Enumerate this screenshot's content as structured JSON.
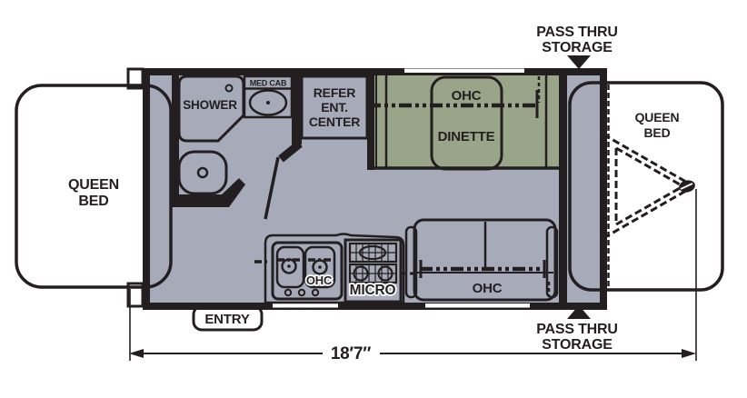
{
  "colors": {
    "bed_green": "#9aa489",
    "floor_gray": "#a7aab8",
    "outline_black": "#231f20",
    "fixture_white": "#ffffff"
  },
  "labels": {
    "bed_left": [
      "QUEEN",
      "BED"
    ],
    "bed_right": [
      "QUEEN",
      "BED"
    ],
    "shower": "SHOWER",
    "med_cab": "MED CAB",
    "entertainment_center": [
      "REFER",
      "ENT.",
      "CENTER"
    ],
    "dinette_ohc": "OHC",
    "dinette": "DINETTE",
    "pass_thru_top": [
      "PASS THRU",
      "STORAGE"
    ],
    "pass_thru_bottom": [
      "PASS THRU",
      "STORAGE"
    ],
    "entry": "ENTRY",
    "sink_ohc": "OHC",
    "micro": "MICRO",
    "sofa_ohc": "OHC",
    "overall_length": "18′7″"
  }
}
